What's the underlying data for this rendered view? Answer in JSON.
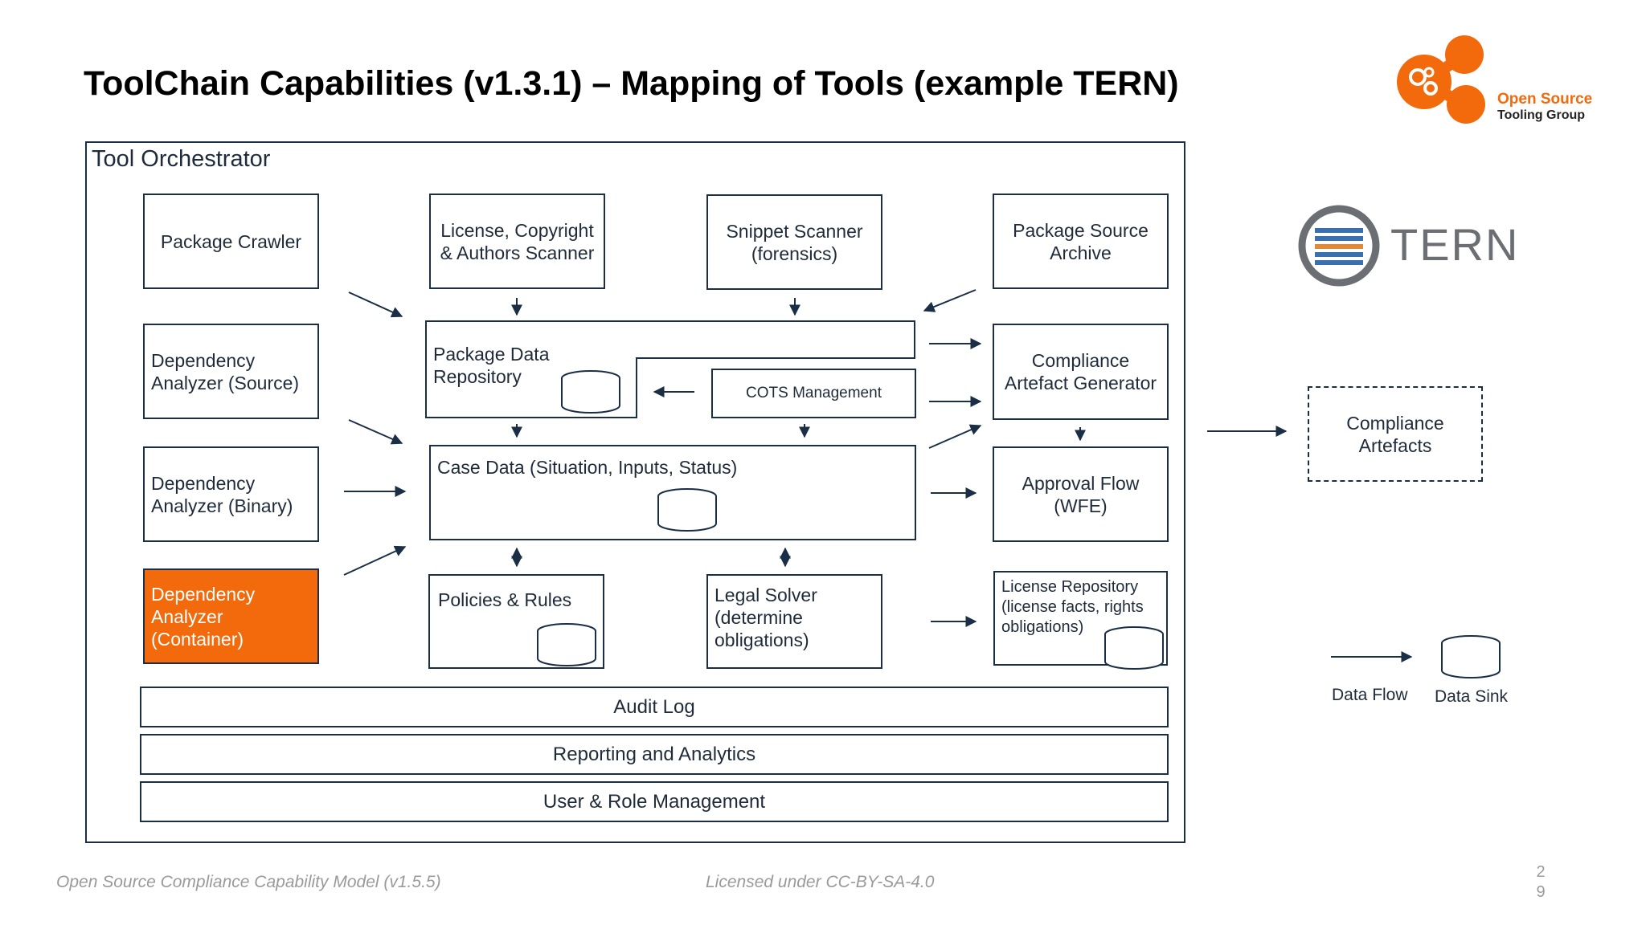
{
  "title": "ToolChain Capabilities (v1.3.1) – Mapping of Tools (example TERN)",
  "logo": {
    "line1": "Open Source",
    "line2": "Tooling Group",
    "color": "#f26a0b"
  },
  "tern": {
    "text": "TERN"
  },
  "orchestrator": {
    "label": "Tool Orchestrator"
  },
  "boxes": {
    "package_crawler": "Package Crawler",
    "license_scanner": "License, Copyright\n& Authors Scanner",
    "snippet_scanner": "Snippet Scanner\n(forensics)",
    "package_source_archive": "Package Source\nArchive",
    "dependency_source": "Dependency\nAnalyzer (Source)",
    "package_data_repo": "Package Data\nRepository",
    "cots": "COTS Management",
    "compliance_generator": "Compliance\nArtefact Generator",
    "dependency_binary": "Dependency\nAnalyzer (Binary)",
    "case_data": "Case Data (Situation, Inputs, Status)",
    "approval_flow": "Approval Flow\n(WFE)",
    "dependency_container": "Dependency\nAnalyzer\n(Container)",
    "policies": "Policies & Rules",
    "legal_solver": "Legal Solver\n(determine\nobligations)",
    "license_repo": "License Repository\n(license facts, rights\nobligations)"
  },
  "bars": {
    "audit": "Audit Log",
    "reporting": "Reporting and Analytics",
    "users": "User & Role Management"
  },
  "compliance_artefacts": "Compliance\nArtefacts",
  "legend": {
    "flow": "Data Flow",
    "sink": "Data Sink"
  },
  "footer": {
    "left": "Open Source Compliance Capability Model  (v1.5.5)",
    "center": "Licensed under CC-BY-SA-4.0",
    "page_a": "2",
    "page_b": "9"
  },
  "colors": {
    "accent": "#f26a0b",
    "line": "#1a2e45"
  }
}
